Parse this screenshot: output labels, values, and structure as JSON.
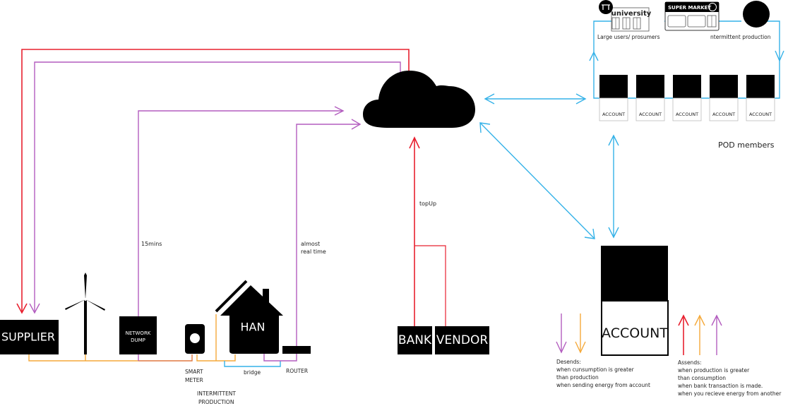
{
  "colors": {
    "red": "#e8202f",
    "purple": "#b35dbf",
    "orange": "#f5a93a",
    "blue": "#35b2e8",
    "black": "#000000"
  },
  "nodes": {
    "supplier": "SUPPLIER",
    "network_dump_line1": "NETWORK",
    "network_dump_line2": "DUMP",
    "han": "HAN",
    "bank": "BANK",
    "vendor": "VENDOR",
    "account_main": "ACCOUNT",
    "university": "university",
    "supermarket": "SUPER MARKET"
  },
  "labels": {
    "smart_meter_line1": "SMART",
    "smart_meter_line2": "METER",
    "intermittent_line1": "INTERMITTENT",
    "intermittent_line2": "PRODUCTION",
    "bridge": "bridge",
    "router": "ROUTER",
    "fifteen_mins": "15mins",
    "almost_line1": "almost",
    "almost_line2": "real time",
    "topup": "topUp",
    "large_users": "Large users/ prosumers",
    "intermittent_production_top": "ntermittent production",
    "pod_members": "POD members"
  },
  "pod_accounts": [
    "ACCOUNT",
    "ACCOUNT",
    "ACCOUNT",
    "ACCOUNT",
    "ACCOUNT"
  ],
  "legend": {
    "descends": {
      "title": "Desends:",
      "lines": [
        "when cunsumption is greater",
        "than production",
        "when sending energy from account"
      ]
    },
    "ascends": {
      "title": "Assends:",
      "lines": [
        "when production is greater",
        "than consumption",
        "when bank transaction is made.",
        "when you recieve energy from another"
      ]
    }
  }
}
